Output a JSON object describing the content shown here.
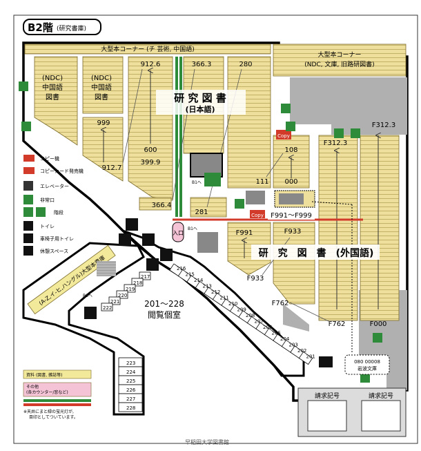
{
  "header": {
    "floor": "B2階",
    "subtitle": "(研究書庫)"
  },
  "colors": {
    "shelf": "#eedf9c",
    "shelf_stroke": "#7a6a2a",
    "wall": "#000000",
    "gray": "#a8a8a8",
    "green": "#2e8b3a",
    "red": "#d23a2a",
    "pink": "#f4c3d6",
    "yellow": "#f3e99b"
  },
  "shelf_labels": {
    "oversize_top": "大型本コーナー (チ 芸術, 中国語)",
    "oversize_right_1": "大型本コーナー",
    "oversize_right_2": "(NDC, 文庫, 旧路研図書)",
    "ndc_a_1": "(NDC)",
    "ndc_a_2": "中国語",
    "ndc_a_3": "図書",
    "ndc_b_1": "(NDC)",
    "ndc_b_2": "中国語",
    "ndc_b_3": "図書",
    "n999": "999",
    "n9127": "912.7",
    "n9126": "912.6",
    "n600": "600",
    "n3999": "399.9",
    "n3663": "366.3",
    "n3664": "366.4",
    "n280": "280",
    "n281": "281",
    "n108": "108",
    "n111": "111",
    "n000": "000",
    "f3123a": "F312.3",
    "f3123b": "F312.3",
    "f991range": "F991～F999",
    "f991": "F991",
    "f933a": "F933",
    "f933b": "F933",
    "f762a": "F762",
    "f762b": "F762",
    "f000": "F000"
  },
  "area_labels": {
    "jp_1": "研 究 図 書",
    "jp_2": "(日本語)",
    "foreign": "研　究　図　書　(外国語)",
    "carrel_1": "201～228",
    "carrel_2": "閲覧個室",
    "oversize_side": "(A-Z,イ-ヒ,ハングル)大型本書庫",
    "entrance": "入口",
    "copy": "Copy"
  },
  "carrels_right": [
    "216",
    "215",
    "214",
    "213",
    "212",
    "211",
    "210",
    "209",
    "208",
    "207",
    "206",
    "205",
    "204",
    "203",
    "202",
    "201"
  ],
  "carrels_left": [
    "217",
    "218",
    "219",
    "220",
    "221",
    "222"
  ],
  "carrels_bottom": [
    "223",
    "224",
    "225",
    "226",
    "227",
    "228"
  ],
  "legend": {
    "copy": "コピー機",
    "card": "コピーカード発売機",
    "elevator": "エレベーター",
    "exit": "非常口",
    "stairs": "階段",
    "toilet": "トイレ",
    "wheelchair_toilet": "車椅子用トイレ",
    "rest": "休憩スペース"
  },
  "bottom_legend": {
    "materials": "資料 (図書, 雑誌等)",
    "other_1": "その他",
    "other_2": "(各カウンター/窓など)",
    "note_1": "※天井にまと緑の蛍光灯が,",
    "note_2": "目印としてついています。"
  },
  "iwanami": {
    "code": "080 00008",
    "label": "岩波文庫"
  },
  "request": {
    "col1": "請求記号",
    "col2": "請求記号"
  },
  "footer": "早稲田大学図書館"
}
